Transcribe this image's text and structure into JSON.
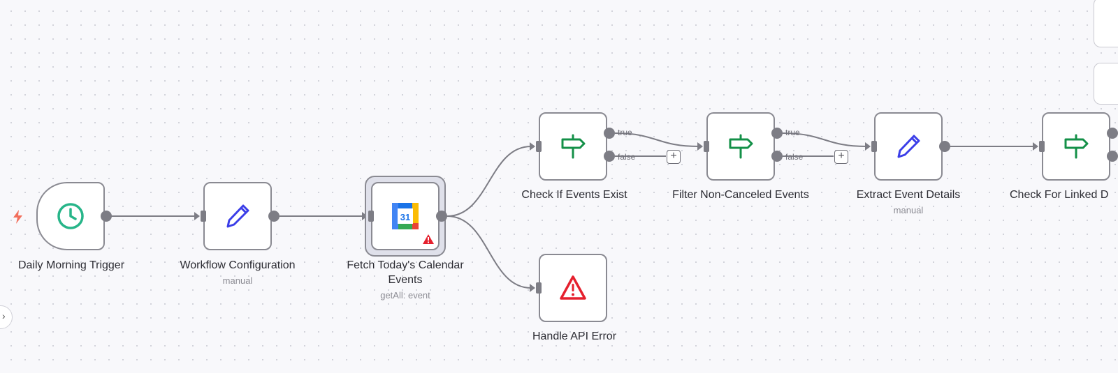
{
  "canvas": {
    "background": "#f8f8fb",
    "accent_edge": "#7d7d85"
  },
  "nodes": {
    "trigger": {
      "label": "Daily Morning Trigger",
      "icon": "clock-icon",
      "color": "#27b589"
    },
    "config": {
      "label": "Workflow Configuration",
      "sublabel": "manual",
      "icon": "pencil-icon",
      "color": "#3b3ee8"
    },
    "fetch": {
      "label": "Fetch Today's Calendar Events",
      "sublabel": "getAll: event",
      "icon": "google-calendar-icon",
      "calendar_day": "31",
      "warning": true
    },
    "check_events": {
      "label": "Check If Events Exist",
      "icon": "signpost-icon",
      "color": "#149048"
    },
    "filter": {
      "label": "Filter Non-Canceled Events",
      "icon": "signpost-icon",
      "color": "#149048"
    },
    "extract": {
      "label": "Extract Event Details",
      "sublabel": "manual",
      "icon": "pencil-icon",
      "color": "#3b3ee8"
    },
    "check_linked": {
      "label": "Check For Linked D",
      "icon": "signpost-icon",
      "color": "#149048"
    },
    "handle_error": {
      "label": "Handle API Error",
      "icon": "warning-icon",
      "color": "#e5202e"
    }
  },
  "branches": {
    "true_label": "true",
    "false_label": "false",
    "add_label": "+"
  },
  "sidebar": {
    "toggle_glyph": "›"
  },
  "trigger_indicator": {
    "icon": "lightning-icon",
    "color": "#f26f5c"
  }
}
